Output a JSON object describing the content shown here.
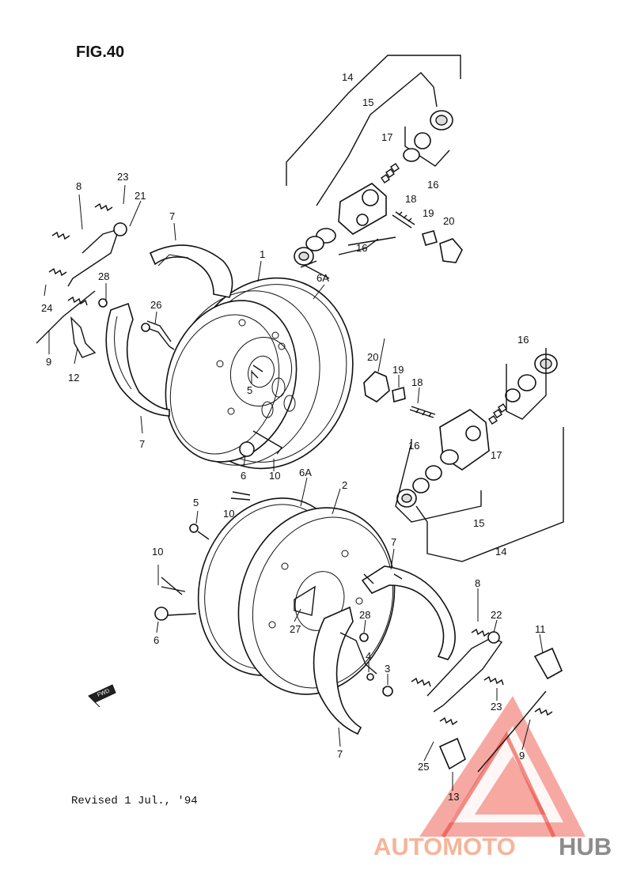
{
  "figure": {
    "title": "FIG.40",
    "revision": "Revised 1 Jul., '94",
    "fwd_label": "FWD"
  },
  "watermark": {
    "word_a": "AUTOMOTO",
    "word_b": "HUB",
    "color_a": "#f6b49a",
    "color_b": "#8c8c8c",
    "triangle_color": "#e8433a"
  },
  "callouts": {
    "n1": "1",
    "n2": "2",
    "n3": "3",
    "n4": "4",
    "n5a": "5",
    "n5b": "5",
    "n6a": "6",
    "n6b": "6",
    "n6Aa": "6A",
    "n6Ab": "6A",
    "n7a": "7",
    "n7b": "7",
    "n7c": "7",
    "n7d": "7",
    "n8a": "8",
    "n8b": "8",
    "n9a": "9",
    "n9b": "9",
    "n10a": "10",
    "n10b": "10",
    "n10c": "10",
    "n11": "11",
    "n12": "12",
    "n13": "13",
    "n14a": "14",
    "n14b": "14",
    "n15a": "15",
    "n15b": "15",
    "n16a": "16",
    "n16b": "16",
    "n16c": "16",
    "n16d": "16",
    "n17a": "17",
    "n17b": "17",
    "n18a": "18",
    "n18b": "18",
    "n19a": "19",
    "n19b": "19",
    "n20a": "20",
    "n20b": "20",
    "n21": "21",
    "n22": "22",
    "n23a": "23",
    "n23b": "23",
    "n24": "24",
    "n25": "25",
    "n26": "26",
    "n27": "27",
    "n28a": "28",
    "n28b": "28"
  }
}
